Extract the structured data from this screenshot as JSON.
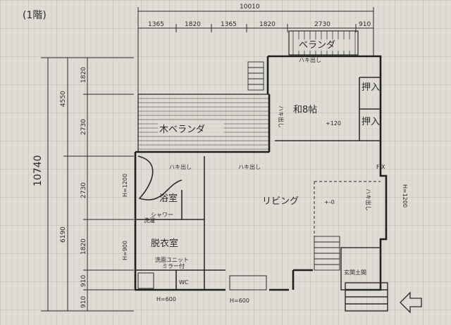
{
  "title": "(1階)",
  "dims": {
    "total_top": "10010",
    "top_segments": [
      "1365",
      "1820",
      "1365",
      "1820",
      "2730",
      "910"
    ],
    "left_total": "10740",
    "left_upper": "4550",
    "left_lower": "6190",
    "left_segments": [
      "1820",
      "2730",
      "2730",
      "1820",
      "910",
      "910"
    ]
  },
  "rooms": {
    "veranda_top": "ベランダ",
    "wood_deck": "木ベランダ",
    "washitsu": "和8帖",
    "oshiire_1": "押入",
    "oshiire_2": "押入",
    "yokushitsu": "浴室",
    "datsuishitsu": "脱衣室",
    "living": "リビング",
    "living_mark": "+-0",
    "genkan": "玄関土間",
    "wc": "WC"
  },
  "notes": {
    "hakidashi_1": "ハキ出し",
    "hakidashi_2": "ハキ出し",
    "hakidashi_3": "ハキ出し",
    "hakidashi_4": "ハキ出し",
    "hakidashi_5": "ハキ出し",
    "level_120": "+120",
    "h1200_left": "H=1200",
    "h1200_right": "H=1200",
    "h900": "H=900",
    "h600_a": "H=600",
    "h600_b": "H=600",
    "senmen": "洗面ユニット",
    "mirror": "ミラー付",
    "washer": "洗濯",
    "shower": "シャワー",
    "fix": "FIX"
  },
  "colors": {
    "paper": "#dedcd4",
    "grid": "#c4c2b8",
    "ink": "#2a2a2a"
  }
}
